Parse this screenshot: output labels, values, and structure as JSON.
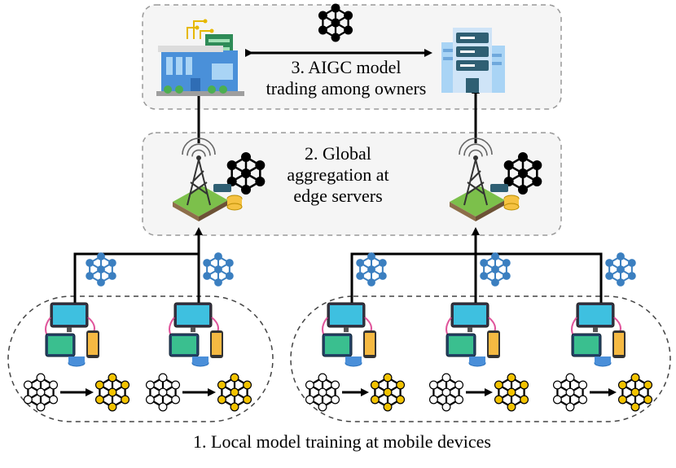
{
  "labels": {
    "owner_trading": [
      "3. AIGC model",
      "trading among owners"
    ],
    "edge_aggregation": [
      "2. Global",
      "aggregation at",
      "edge servers"
    ],
    "local_training": "1. Local model training at mobile devices"
  },
  "colors": {
    "dashed_box_fill": "#f5f5f5",
    "dashed_border": "#999999",
    "arrow": "#000000",
    "node_black": "#000000",
    "node_blue": "#3b7fc0",
    "node_yellow": "#f2c200",
    "monitor": "#3ec0e0",
    "tablet": "#3abf8f",
    "phone": "#f5b942",
    "ground": "#7cc04b",
    "server_dark": "#2f5f73"
  },
  "icons": {
    "model_trading": "neural-network-icon",
    "owner_left": "factory-building-icon",
    "owner_right": "data-center-building-icon",
    "edge_server": "base-station-tower-icon",
    "uploaded_model": "neural-network-icon",
    "device_cluster": "device-group-icon",
    "untrained_model": "untrained-network-icon",
    "trained_model": "trained-network-icon"
  }
}
